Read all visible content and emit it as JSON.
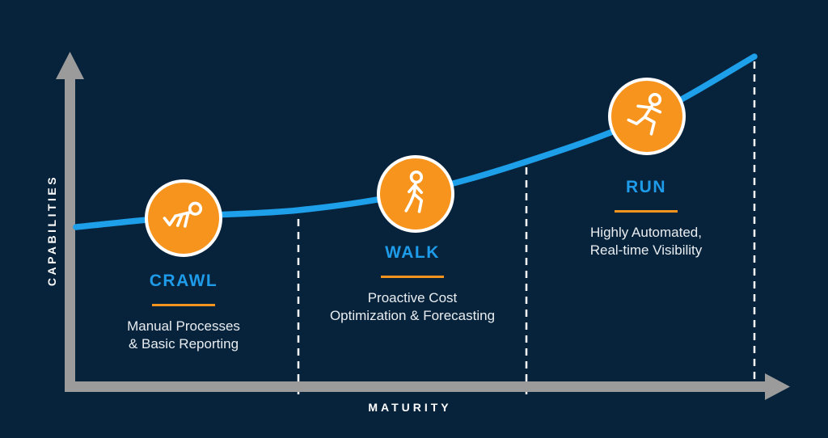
{
  "axes": {
    "y_label": "CAPABILITIES",
    "x_label": "MATURITY"
  },
  "stages": [
    {
      "label": "CRAWL",
      "icon": "crawling-person-icon",
      "description_lines": [
        "Manual Processes",
        "& Basic Reporting"
      ]
    },
    {
      "label": "WALK",
      "icon": "walking-person-icon",
      "description_lines": [
        "Proactive Cost",
        "Optimization & Forecasting"
      ]
    },
    {
      "label": "RUN",
      "icon": "running-person-icon",
      "description_lines": [
        "Highly Automated,",
        "Real-time Visibility"
      ]
    }
  ],
  "colors": {
    "background": "#07233c",
    "curve_blue": "#1e9fe9",
    "label_blue": "#1e9be9",
    "accent_orange": "#f7941d",
    "axis_gray": "#9b9b9b",
    "dashed_line_white": "#ffffff",
    "text_white": "#e9edf0"
  }
}
